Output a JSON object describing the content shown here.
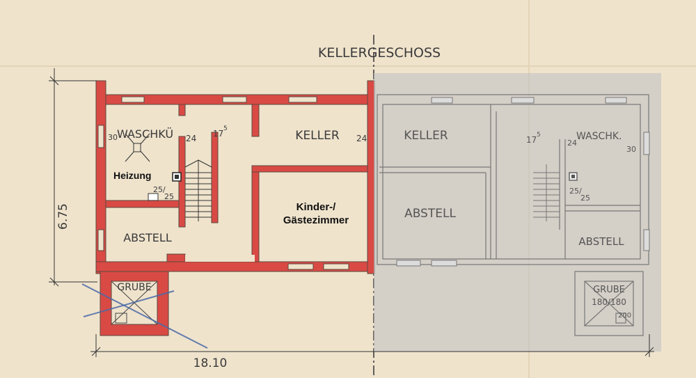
{
  "title": "KELLERGESCHOSS",
  "rooms": {
    "left": {
      "waschkueche": "WASCHKÜ",
      "keller": "KELLER",
      "abstell": "ABSTELL",
      "grube": "GRUBE",
      "heizung": "Heizung",
      "kinder_line1": "Kinder-/",
      "kinder_line2": "Gästezimmer"
    },
    "right": {
      "keller": "KELLER",
      "waschk": "WASCHK.",
      "abstell_large": "ABSTELL",
      "abstell_small": "ABSTELL",
      "grube": "GRUBE",
      "grube_dim": "180/180",
      "grube_dim2": "200"
    }
  },
  "annotations": {
    "wall_30_left": "30",
    "wall_24_a": "24",
    "stair_175_left": "17",
    "stair_175_left_sup": "5",
    "wall_24_b": "24",
    "chimney_left": "25/",
    "chimney_left_2": "25",
    "stair_175_right": "17",
    "stair_175_right_sup": "5",
    "wall_24_right": "24",
    "wall_30_right": "30",
    "chimney_right": "25/",
    "chimney_right_2": "25"
  },
  "dimensions": {
    "height": "6.75",
    "width": "18.10"
  },
  "colors": {
    "paper": "#efe3cc",
    "wall_red": "#d94a44",
    "wall_outline": "#5a4a40",
    "overlay": "#c4c4c4"
  }
}
